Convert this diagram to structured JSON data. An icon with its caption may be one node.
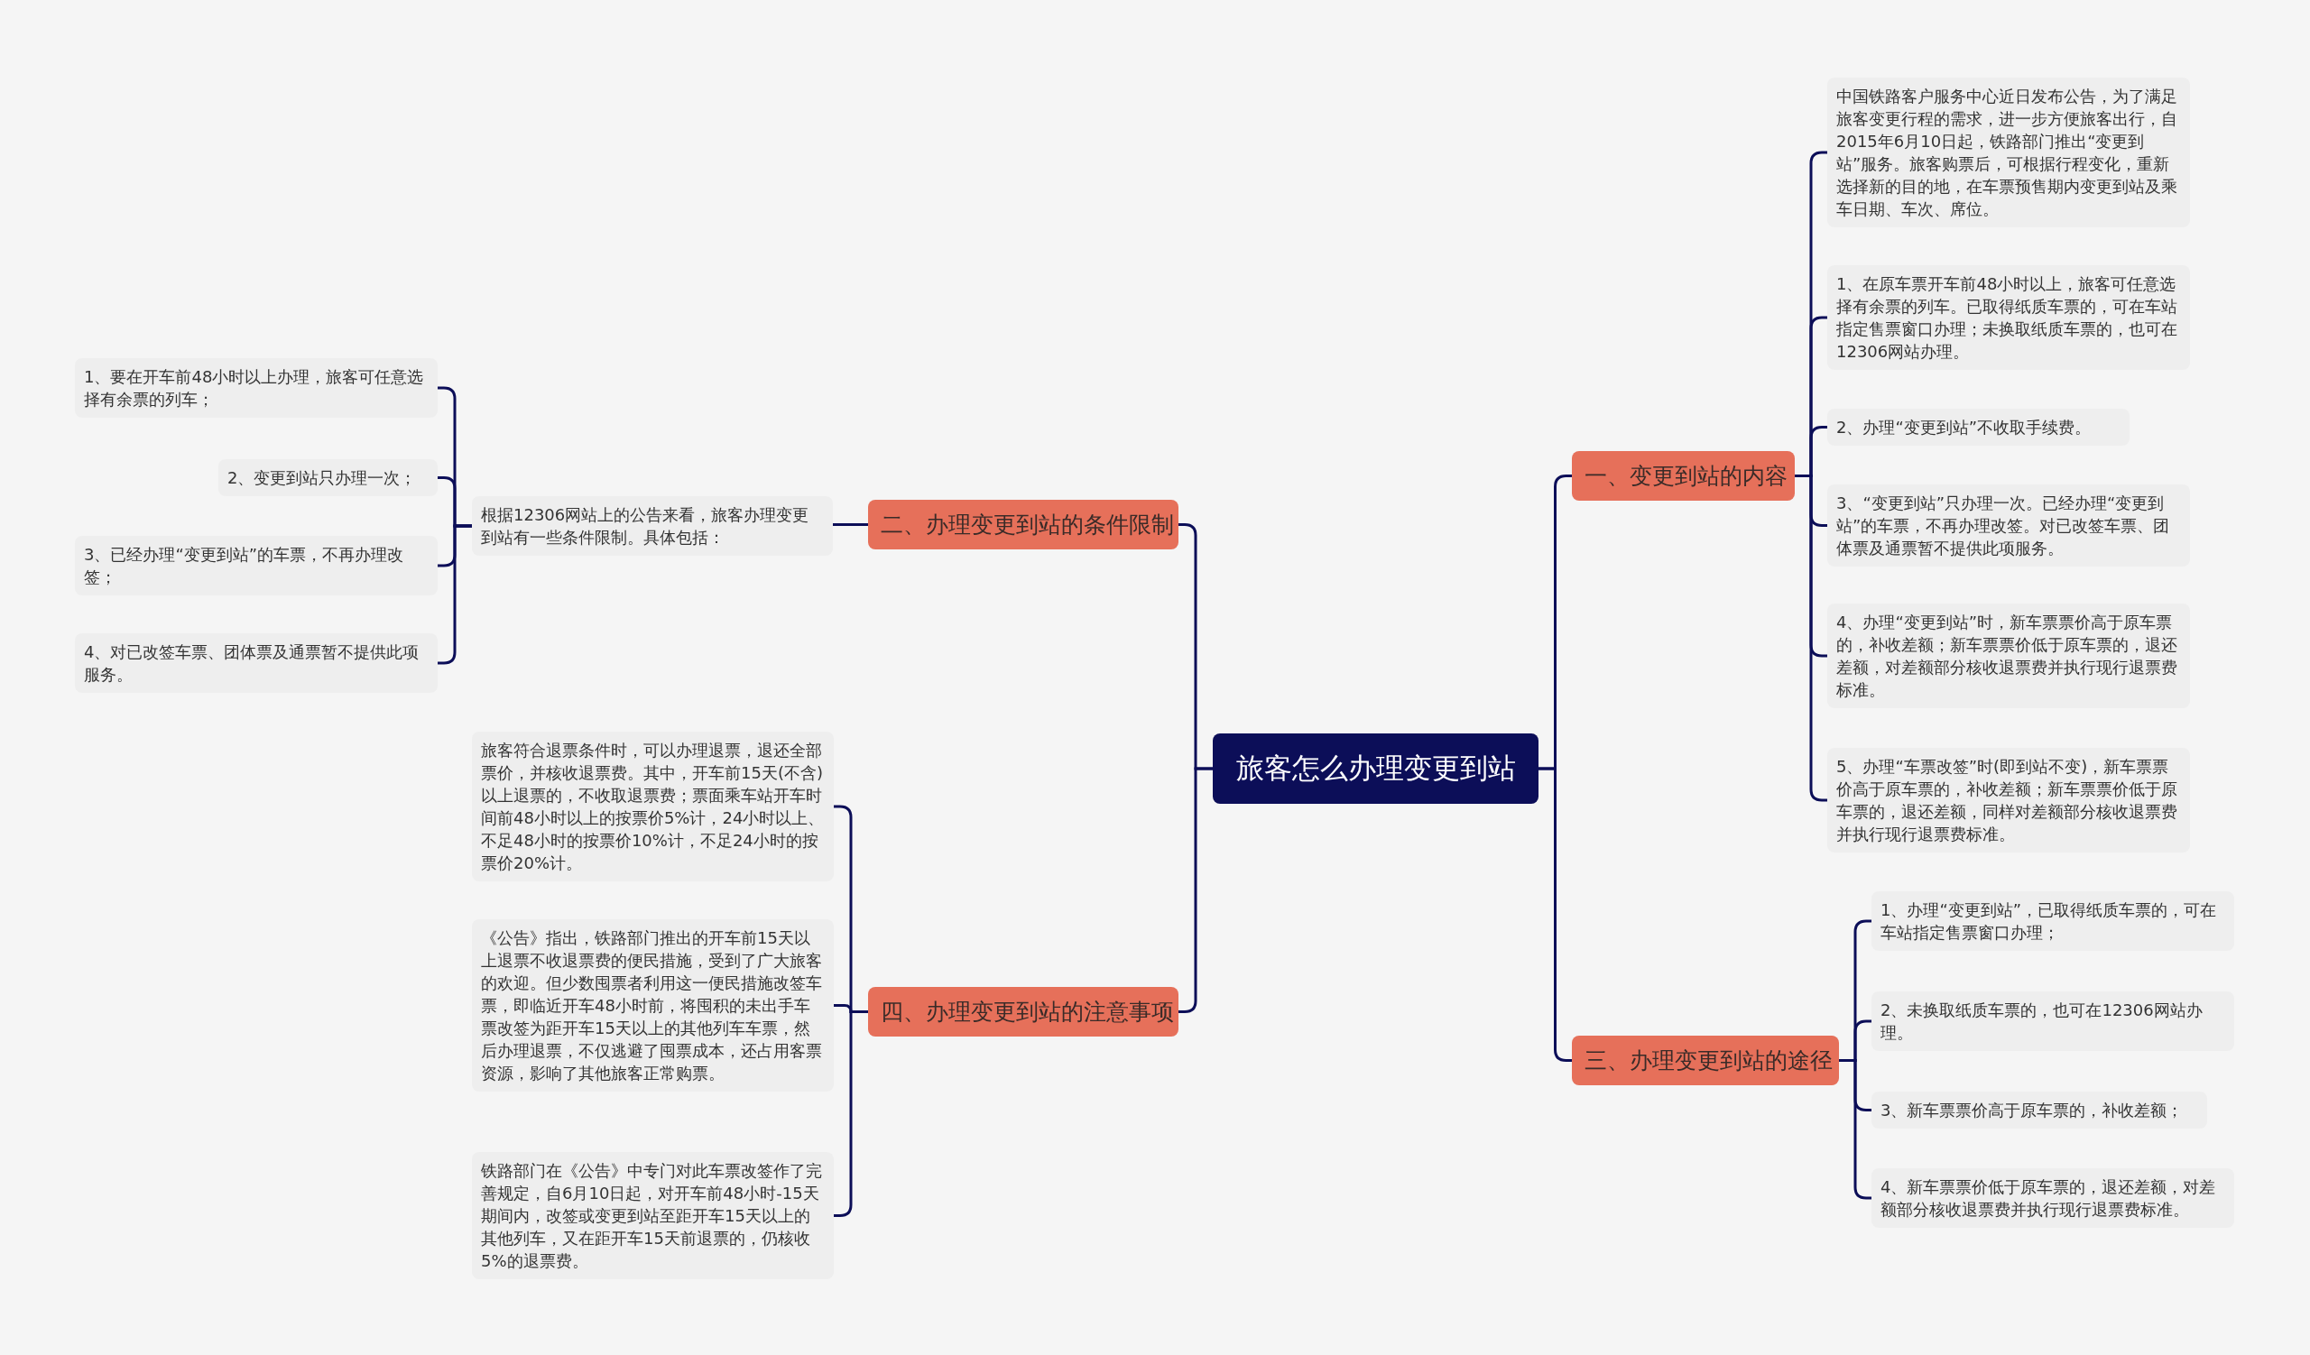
{
  "diagram": {
    "nodes": [
      {
        "text": [
          "旅客怎么办理变更到站"
        ]
      },
      {
        "text": [
          "一、变更到站的内容"
        ]
      },
      {
        "text": [
          "二、办理变更到站的条件限制"
        ]
      },
      {
        "text": [
          "三、办理变更到站的途径"
        ]
      },
      {
        "text": [
          "四、办理变更到站的注意事项"
        ]
      },
      {
        "text": [
          "中国铁路客户服务中心近日发布公告，为了满足旅客变更行程的需求，进一步方便旅客出行，自2015年6月10日起，铁路部门推出“变更到站”服务。旅客购票后，可根据行程变化，重新选择新的目的地，在车票预售期内变更到站及乘车日期、车次、席位。"
        ]
      },
      {
        "text": [
          "1、在原车票开车前48小时以上，旅客可任意选择有余票的列车。已取得纸质车票的，可在车站指定售票窗口办理；未换取纸质车票的，也可在12306网站办理。"
        ]
      },
      {
        "text": [
          "2、办理“变更到站”不收取手续费。"
        ]
      },
      {
        "text": [
          "3、“变更到站”只办理一次。已经办理“变更到站”的车票，不再办理改签。对已改签车票、团体票及通票暂不提供此项服务。"
        ]
      },
      {
        "text": [
          "4、办理“变更到站”时，新车票票价高于原车票的，补收差额；新车票票价低于原车票的，退还差额，对差额部分核收退票费并执行现行退票费标准。"
        ]
      },
      {
        "text": [
          "5、办理“车票改签”时(即到站不变)，新车票票价高于原车票的，补收差额；新车票票价低于原车票的，退还差额，同样对差额部分核收退票费并执行现行退票费标准。"
        ]
      },
      {
        "text": [
          "根据12306网站上的公告来看，旅客办理变更到站有一些条件限制。具体包括："
        ]
      },
      {
        "text": [
          "1、要在开车前48小时以上办理，旅客可任意选择有余票的列车；"
        ]
      },
      {
        "text": [
          "2、变更到站只办理一次；"
        ]
      },
      {
        "text": [
          "3、已经办理“变更到站”的车票，不再办理改签；"
        ]
      },
      {
        "text": [
          "4、对已改签车票、团体票及通票暂不提供此项服务。"
        ]
      },
      {
        "text": [
          "1、办理“变更到站”，已取得纸质车票的，可在车站指定售票窗口办理；"
        ]
      },
      {
        "text": [
          "2、未换取纸质车票的，也可在12306网站办理。"
        ]
      },
      {
        "text": [
          "3、新车票票价高于原车票的，补收差额；"
        ]
      },
      {
        "text": [
          "4、新车票票价低于原车票的，退还差额，对差额部分核收退票费并执行现行退票费标准。"
        ]
      },
      {
        "text": [
          "旅客符合退票条件时，可以办理退票，退还全部票价，并核收退票费。其中，开车前15天(不含)以上退票的，不收取退票费；票面乘车站开车时间前48小时以上的按票价5%计，24小时以上、不足48小时的按票价10%计，不足24小时的按票价20%计。"
        ]
      },
      {
        "text": [
          "《公告》指出，铁路部门推出的开车前15天以上退票不收退票费的便民措施，受到了广大旅客的欢迎。但少数囤票者利用这一便民措施改签车票，即临近开车48小时前，将囤积的未出手车票改签为距开车15天以上的其他列车车票，然后办理退票，不仅逃避了囤票成本，还占用客票资源，影响了其他旅客正常购票。"
        ]
      },
      {
        "text": [
          "铁路部门在《公告》中专门对此车票改签作了完善规定，自6月10日起，对开车前48小时-15天期间内，改签或变更到站至距开车15天以上的其他列车，又在距开车15天前退票的，仍核收5%的退票费。"
        ]
      }
    ],
    "edges": [
      {
        "from": 0,
        "to": 1,
        "arrow": "none"
      },
      {
        "from": 0,
        "to": 2,
        "arrow": "none"
      },
      {
        "from": 0,
        "to": 3,
        "arrow": "none"
      },
      {
        "from": 0,
        "to": 4,
        "arrow": "none"
      },
      {
        "from": 1,
        "to": 5,
        "arrow": "none"
      },
      {
        "from": 1,
        "to": 6,
        "arrow": "none"
      },
      {
        "from": 1,
        "to": 7,
        "arrow": "none"
      },
      {
        "from": 1,
        "to": 8,
        "arrow": "none"
      },
      {
        "from": 1,
        "to": 9,
        "arrow": "none"
      },
      {
        "from": 1,
        "to": 10,
        "arrow": "none"
      },
      {
        "from": 2,
        "to": 11,
        "arrow": "none"
      },
      {
        "from": 11,
        "to": 12,
        "arrow": "none"
      },
      {
        "from": 11,
        "to": 13,
        "arrow": "none"
      },
      {
        "from": 11,
        "to": 14,
        "arrow": "none"
      },
      {
        "from": 11,
        "to": 15,
        "arrow": "none"
      },
      {
        "from": 3,
        "to": 16,
        "arrow": "none"
      },
      {
        "from": 3,
        "to": 17,
        "arrow": "none"
      },
      {
        "from": 3,
        "to": 18,
        "arrow": "none"
      },
      {
        "from": 3,
        "to": 19,
        "arrow": "none"
      },
      {
        "from": 4,
        "to": 20,
        "arrow": "none"
      },
      {
        "from": 4,
        "to": 21,
        "arrow": "none"
      },
      {
        "from": 4,
        "to": 22,
        "arrow": "none"
      }
    ]
  }
}
